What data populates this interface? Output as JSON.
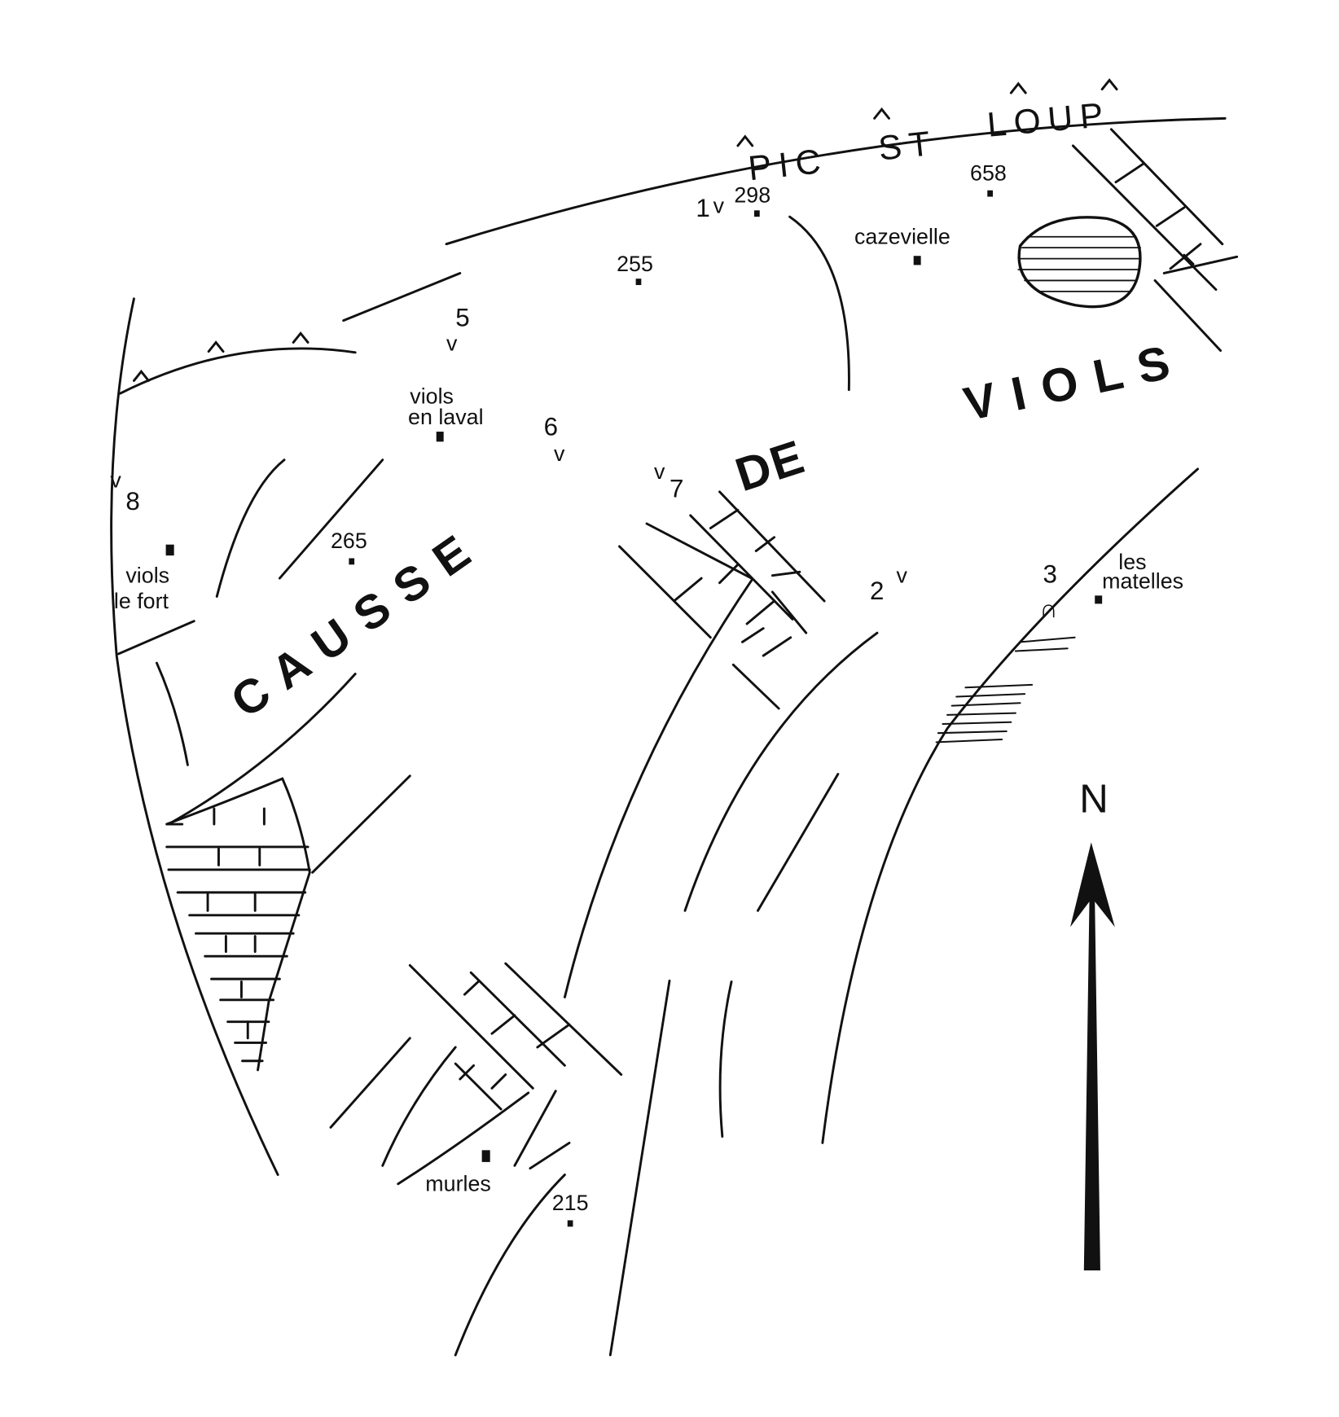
{
  "title_words": {
    "pic": "PIC",
    "st": "ST",
    "loup": "LOUP",
    "causse": "C A U S S E",
    "de": "DE",
    "viols": "V I O L S"
  },
  "places": {
    "cazevielle": "cazevielle",
    "viols_en_laval_1": "viols",
    "viols_en_laval_2": "en laval",
    "viols_le_fort_1": "viols",
    "viols_le_fort_2": "le fort",
    "les_matelles_1": "les",
    "les_matelles_2": "matelles",
    "murles": "murles"
  },
  "elevations": {
    "e658": "658",
    "e298": "298",
    "e255": "255",
    "e265": "265",
    "e215": "215"
  },
  "sites": {
    "s1": "1",
    "s2": "2",
    "s3": "3",
    "s5": "5",
    "s6": "6",
    "s7": "7",
    "s8": "8",
    "v": "v",
    "cave": "∩"
  },
  "north_label": "N"
}
